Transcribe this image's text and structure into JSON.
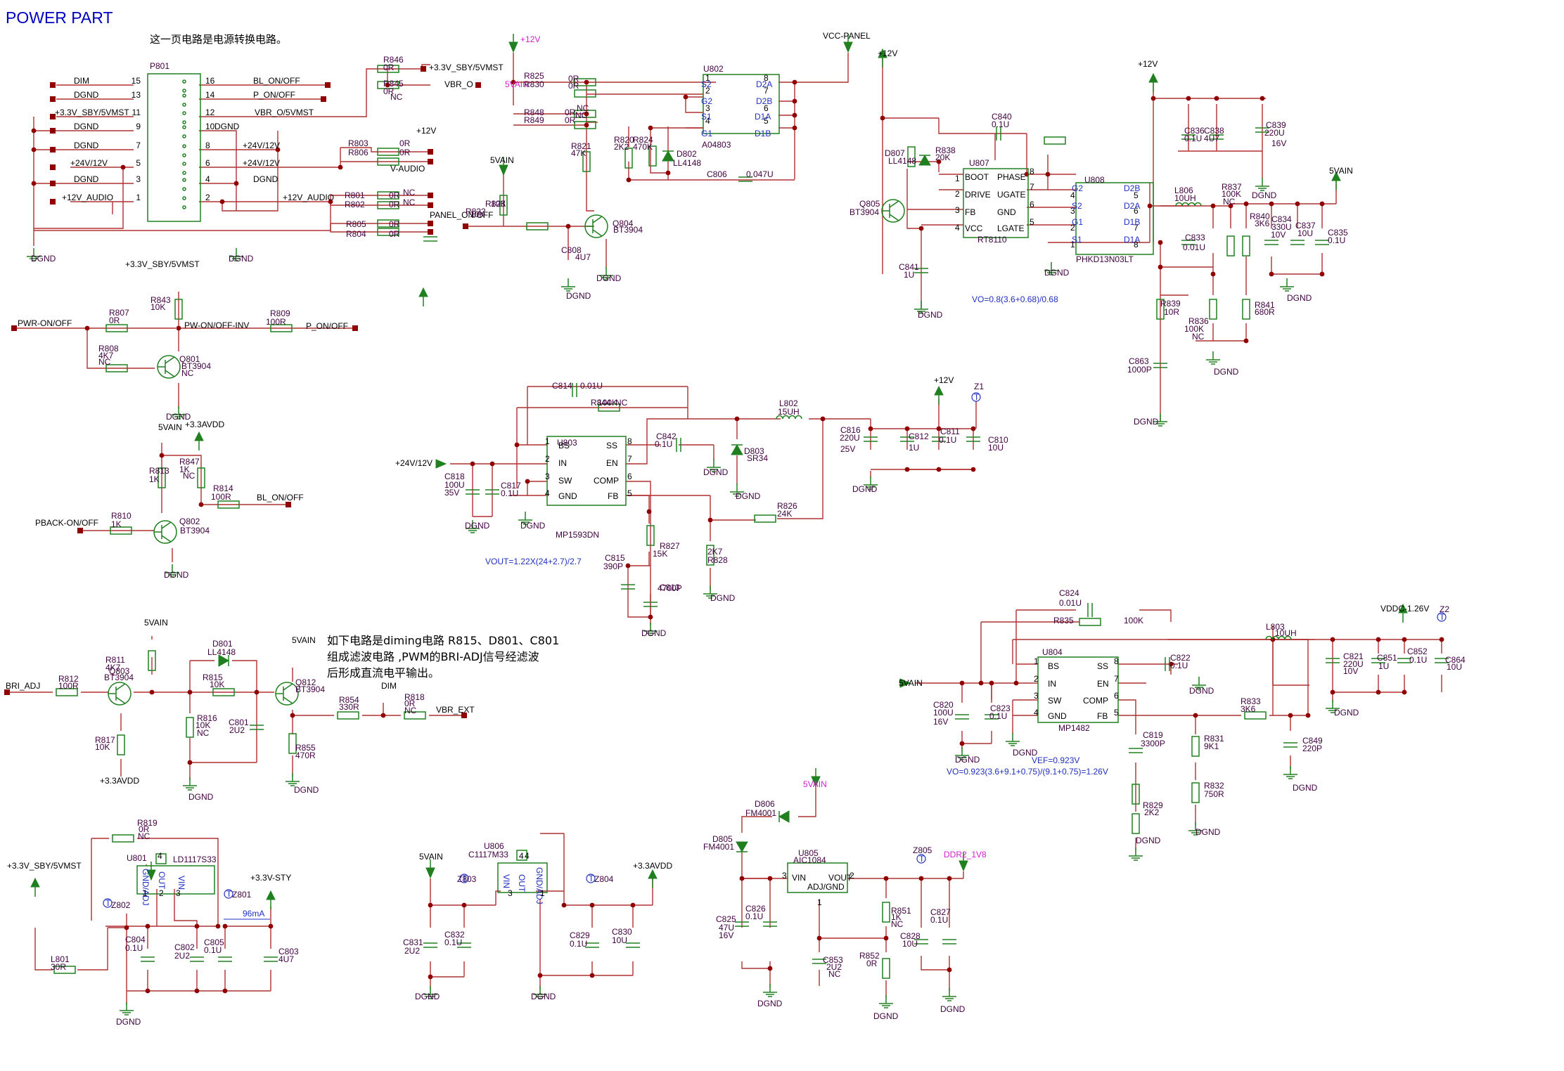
{
  "title": "POWER PART",
  "description": "这一页电路是电源转换电路。",
  "note_lines": [
    "如下电路是diming电路 R815、D801、C801",
    "组成滤波电路 ,PWM的BRI-ADJ信号经滤波",
    "后形成直流电平输出。"
  ],
  "formulas": {
    "u807": "VO=0.8(3.6+0.68)/0.68",
    "u803": "VOUT=1.22X(24+2.7)/2.7",
    "u804_vef": "VEF=0.923V",
    "u804": "VO=0.923(3.6+9.1+0.75)/(9.1+0.75)=1.26V"
  },
  "current_note": "96mA",
  "connector": {
    "ref": "P801",
    "rows": [
      {
        "l": "DIM",
        "lp": "15",
        "rp": "16",
        "r": "BL_ON/OFF"
      },
      {
        "l": "DGND",
        "lp": "13",
        "rp": "14",
        "r": "P_ON/OFF"
      },
      {
        "l": "+3.3V_SBY/5VMST",
        "lp": "11",
        "rp": "12",
        "r": "VBR_O/5VMST"
      },
      {
        "l": "DGND",
        "lp": "9",
        "rp": "10",
        "r": "DGND"
      },
      {
        "l": "DGND",
        "lp": "7",
        "rp": "8",
        "r": "+24V/12V"
      },
      {
        "l": "+24V/12V",
        "lp": "5",
        "rp": "6",
        "r": "+24V/12V"
      },
      {
        "l": "DGND",
        "lp": "3",
        "rp": "4",
        "r": "DGND"
      },
      {
        "l": "+12V_AUDIO",
        "lp": "1",
        "rp": "2",
        "r": "+12V_AUDIO"
      }
    ]
  },
  "labels": [
    {
      "t": "+3.3V_SBY/5VMST",
      "c": "net"
    },
    {
      "t": "VBR_O",
      "c": "net"
    },
    {
      "t": "+12V",
      "c": "net"
    },
    {
      "t": "V-AUDIO",
      "c": "net"
    },
    {
      "t": "DGND",
      "c": "lb"
    },
    {
      "t": "DGND",
      "c": "lb"
    },
    {
      "t": "R846",
      "c": "lb"
    },
    {
      "t": "0R",
      "c": "lb"
    },
    {
      "t": "R845",
      "c": "lb"
    },
    {
      "t": "0R",
      "c": "lb"
    },
    {
      "t": "NC",
      "c": "lb"
    },
    {
      "t": "R803",
      "c": "lb"
    },
    {
      "t": "R806",
      "c": "lb"
    },
    {
      "t": "0R",
      "c": "lb"
    },
    {
      "t": "0R",
      "c": "lb"
    },
    {
      "t": "R801",
      "c": "lb"
    },
    {
      "t": "R802",
      "c": "lb"
    },
    {
      "t": "0R",
      "c": "lb"
    },
    {
      "t": "0R",
      "c": "lb"
    },
    {
      "t": "NC",
      "c": "lb"
    },
    {
      "t": "NC",
      "c": "lb"
    },
    {
      "t": "R805",
      "c": "lb"
    },
    {
      "t": "R804",
      "c": "lb"
    },
    {
      "t": "0R",
      "c": "lb"
    },
    {
      "t": "0R",
      "c": "lb"
    },
    {
      "t": "+3.3V_SBY/5VMST",
      "c": "net"
    },
    {
      "t": "R843",
      "c": "lb"
    },
    {
      "t": "10K",
      "c": "lb"
    },
    {
      "t": "PWR-ON/OFF",
      "c": "net"
    },
    {
      "t": "R807",
      "c": "lb"
    },
    {
      "t": "0R",
      "c": "lb"
    },
    {
      "t": "PW-ON/OFF-INV",
      "c": "net"
    },
    {
      "t": "R809",
      "c": "lb"
    },
    {
      "t": "100R",
      "c": "lb"
    },
    {
      "t": "P_ON/OFF",
      "c": "net"
    },
    {
      "t": "R808",
      "c": "lb"
    },
    {
      "t": "4K7",
      "c": "lb"
    },
    {
      "t": "NC",
      "c": "lb"
    },
    {
      "t": "Q801",
      "c": "lb"
    },
    {
      "t": "BT3904",
      "c": "lb"
    },
    {
      "t": "NC",
      "c": "lb"
    },
    {
      "t": "DGND",
      "c": "lb"
    },
    {
      "t": "5VAIN",
      "c": "net"
    },
    {
      "t": "+3.3AVDD",
      "c": "net"
    },
    {
      "t": "R813",
      "c": "lb"
    },
    {
      "t": "1K",
      "c": "lb"
    },
    {
      "t": "R847",
      "c": "lb"
    },
    {
      "t": "1K",
      "c": "lb"
    },
    {
      "t": "NC",
      "c": "lb"
    },
    {
      "t": "R814",
      "c": "lb"
    },
    {
      "t": "100R",
      "c": "lb"
    },
    {
      "t": "BL_ON/OFF",
      "c": "net"
    },
    {
      "t": "PBACK-ON/OFF",
      "c": "net"
    },
    {
      "t": "R810",
      "c": "lb"
    },
    {
      "t": "1K",
      "c": "lb"
    },
    {
      "t": "Q802",
      "c": "lb"
    },
    {
      "t": "BT3904",
      "c": "lb"
    },
    {
      "t": "DGND",
      "c": "lb"
    },
    {
      "t": "+12V",
      "c": "mg"
    },
    {
      "t": "5VAIN",
      "c": "mg"
    },
    {
      "t": "R825",
      "c": "lb"
    },
    {
      "t": "R830",
      "c": "lb"
    },
    {
      "t": "0R",
      "c": "lb"
    },
    {
      "t": "0R",
      "c": "lb"
    },
    {
      "t": "R848",
      "c": "lb"
    },
    {
      "t": "R849",
      "c": "lb"
    },
    {
      "t": "0R",
      "c": "lb"
    },
    {
      "t": "0R",
      "c": "lb"
    },
    {
      "t": "NC",
      "c": "lb"
    },
    {
      "t": "NC",
      "c": "lb"
    },
    {
      "t": "U802",
      "c": "lb"
    },
    {
      "t": "A04803",
      "c": "lb"
    },
    {
      "t": "VCC-PANEL",
      "c": "net"
    },
    {
      "t": "R821",
      "c": "lb"
    },
    {
      "t": "47K",
      "c": "lb"
    },
    {
      "t": "R820",
      "c": "lb"
    },
    {
      "t": "2K2",
      "c": "lb"
    },
    {
      "t": "R824",
      "c": "lb"
    },
    {
      "t": "470K",
      "c": "lb"
    },
    {
      "t": "D802",
      "c": "lb"
    },
    {
      "t": "LL4148",
      "c": "lb"
    },
    {
      "t": "C806",
      "c": "lb"
    },
    {
      "t": "0.047U",
      "c": "lb"
    },
    {
      "t": "5VAIN",
      "c": "net"
    },
    {
      "t": "R823",
      "c": "lb"
    },
    {
      "t": "10K",
      "c": "lb"
    },
    {
      "t": "PANEL_ON/OFF",
      "c": "net"
    },
    {
      "t": "R822",
      "c": "lb"
    },
    {
      "t": "10K",
      "c": "lb"
    },
    {
      "t": "Q804",
      "c": "lb"
    },
    {
      "t": "BT3904",
      "c": "lb"
    },
    {
      "t": "C808",
      "c": "lb"
    },
    {
      "t": "4U7",
      "c": "lb"
    },
    {
      "t": "DGND",
      "c": "lb"
    },
    {
      "t": "DGND",
      "c": "lb"
    },
    {
      "t": "+12V",
      "c": "net"
    },
    {
      "t": "C840",
      "c": "lb"
    },
    {
      "t": "0.1U",
      "c": "lb"
    },
    {
      "t": "D807",
      "c": "lb"
    },
    {
      "t": "LL4148",
      "c": "lb"
    },
    {
      "t": "R838",
      "c": "lb"
    },
    {
      "t": "20K",
      "c": "lb"
    },
    {
      "t": "U807",
      "c": "lb"
    },
    {
      "t": "RT8110",
      "c": "lb"
    },
    {
      "t": "Q805",
      "c": "lb"
    },
    {
      "t": "BT3904",
      "c": "lb"
    },
    {
      "t": "C841",
      "c": "lb"
    },
    {
      "t": "1U",
      "c": "lb"
    },
    {
      "t": "DGND",
      "c": "lb"
    },
    {
      "t": "DGND",
      "c": "lb"
    },
    {
      "t": "U808",
      "c": "lb"
    },
    {
      "t": "PHKD13N03LT",
      "c": "lb"
    },
    {
      "t": "+12V",
      "c": "net"
    },
    {
      "t": "C836",
      "c": "lb"
    },
    {
      "t": "0.1U",
      "c": "lb"
    },
    {
      "t": "C838",
      "c": "lb"
    },
    {
      "t": "4U7",
      "c": "lb"
    },
    {
      "t": "C839",
      "c": "lb"
    },
    {
      "t": "220U",
      "c": "lb"
    },
    {
      "t": "16V",
      "c": "lb"
    },
    {
      "t": "DGND",
      "c": "lb"
    },
    {
      "t": "5VAIN",
      "c": "net"
    },
    {
      "t": "L806",
      "c": "lb"
    },
    {
      "t": "10UH",
      "c": "lb"
    },
    {
      "t": "R837",
      "c": "lb"
    },
    {
      "t": "100K",
      "c": "lb"
    },
    {
      "t": "NC",
      "c": "lb"
    },
    {
      "t": "C833",
      "c": "lb"
    },
    {
      "t": "0.01U",
      "c": "lb"
    },
    {
      "t": "R840",
      "c": "lb"
    },
    {
      "t": "3K6",
      "c": "lb"
    },
    {
      "t": "C834",
      "c": "lb"
    },
    {
      "t": "330U",
      "c": "lb"
    },
    {
      "t": "10V",
      "c": "lb"
    },
    {
      "t": "C837",
      "c": "lb"
    },
    {
      "t": "10U",
      "c": "lb"
    },
    {
      "t": "C835",
      "c": "lb"
    },
    {
      "t": "0.1U",
      "c": "lb"
    },
    {
      "t": "DGND",
      "c": "lb"
    },
    {
      "t": "R839",
      "c": "lb"
    },
    {
      "t": "10R",
      "c": "lb"
    },
    {
      "t": "R836",
      "c": "lb"
    },
    {
      "t": "100K",
      "c": "lb"
    },
    {
      "t": "NC",
      "c": "lb"
    },
    {
      "t": "R841",
      "c": "lb"
    },
    {
      "t": "680R",
      "c": "lb"
    },
    {
      "t": "DGND",
      "c": "lb"
    },
    {
      "t": "C863",
      "c": "lb"
    },
    {
      "t": "1000P",
      "c": "lb"
    },
    {
      "t": "DGND",
      "c": "lb"
    },
    {
      "t": "C814",
      "c": "lb"
    },
    {
      "t": "0.01U",
      "c": "lb"
    },
    {
      "t": "R844",
      "c": "lb"
    },
    {
      "t": "100K",
      "c": "lb"
    },
    {
      "t": "NC",
      "c": "lb"
    },
    {
      "t": "U803",
      "c": "lb"
    },
    {
      "t": "MP1593DN",
      "c": "lb"
    },
    {
      "t": "C842",
      "c": "lb"
    },
    {
      "t": "0.1U",
      "c": "lb"
    },
    {
      "t": "DGND",
      "c": "lb"
    },
    {
      "t": "L802",
      "c": "lb"
    },
    {
      "t": "15UH",
      "c": "lb"
    },
    {
      "t": "D803",
      "c": "lb"
    },
    {
      "t": "SR34",
      "c": "lb"
    },
    {
      "t": "DGND",
      "c": "lb"
    },
    {
      "t": "+12V",
      "c": "net"
    },
    {
      "t": "Z1",
      "c": "lb"
    },
    {
      "t": "C816",
      "c": "lb"
    },
    {
      "t": "220U",
      "c": "lb"
    },
    {
      "t": "25V",
      "c": "lb"
    },
    {
      "t": "DGND",
      "c": "lb"
    },
    {
      "t": "C812",
      "c": "lb"
    },
    {
      "t": "1U",
      "c": "lb"
    },
    {
      "t": "C811",
      "c": "lb"
    },
    {
      "t": "0.1U",
      "c": "lb"
    },
    {
      "t": "C810",
      "c": "lb"
    },
    {
      "t": "10U",
      "c": "lb"
    },
    {
      "t": "+24V/12V",
      "c": "net"
    },
    {
      "t": "C818",
      "c": "lb"
    },
    {
      "t": "100U",
      "c": "lb"
    },
    {
      "t": "35V",
      "c": "lb"
    },
    {
      "t": "C817",
      "c": "lb"
    },
    {
      "t": "0.1U",
      "c": "lb"
    },
    {
      "t": "DGND",
      "c": "lb"
    },
    {
      "t": "DGND",
      "c": "lb"
    },
    {
      "t": "R826",
      "c": "lb"
    },
    {
      "t": "24K",
      "c": "lb"
    },
    {
      "t": "R827",
      "c": "lb"
    },
    {
      "t": "15K",
      "c": "lb"
    },
    {
      "t": "2K7",
      "c": "lb"
    },
    {
      "t": "R828",
      "c": "lb"
    },
    {
      "t": "DGND",
      "c": "lb"
    },
    {
      "t": "C815",
      "c": "lb"
    },
    {
      "t": "390P",
      "c": "lb"
    },
    {
      "t": "C813",
      "c": "lb"
    },
    {
      "t": "4700P",
      "c": "lb"
    },
    {
      "t": "DGND",
      "c": "lb"
    },
    {
      "t": "5VAIN",
      "c": "net"
    },
    {
      "t": "D801",
      "c": "lb"
    },
    {
      "t": "LL4148",
      "c": "lb"
    },
    {
      "t": "5VAIN",
      "c": "net"
    },
    {
      "t": "R811",
      "c": "lb"
    },
    {
      "t": "4K7",
      "c": "lb"
    },
    {
      "t": "BRI_ADJ",
      "c": "net"
    },
    {
      "t": "R812",
      "c": "lb"
    },
    {
      "t": "100R",
      "c": "lb"
    },
    {
      "t": "Q803",
      "c": "lb"
    },
    {
      "t": "BT3904",
      "c": "lb"
    },
    {
      "t": "R815",
      "c": "lb"
    },
    {
      "t": "10K",
      "c": "lb"
    },
    {
      "t": "Q812",
      "c": "lb"
    },
    {
      "t": "BT3904",
      "c": "lb"
    },
    {
      "t": "DIM",
      "c": "net"
    },
    {
      "t": "R854",
      "c": "lb"
    },
    {
      "t": "330R",
      "c": "lb"
    },
    {
      "t": "R818",
      "c": "lb"
    },
    {
      "t": "0R",
      "c": "lb"
    },
    {
      "t": "NC",
      "c": "lb"
    },
    {
      "t": "VBR_EXT",
      "c": "net"
    },
    {
      "t": "R816",
      "c": "lb"
    },
    {
      "t": "10K",
      "c": "lb"
    },
    {
      "t": "NC",
      "c": "lb"
    },
    {
      "t": "C801",
      "c": "lb"
    },
    {
      "t": "2U2",
      "c": "lb"
    },
    {
      "t": "R817",
      "c": "lb"
    },
    {
      "t": "10K",
      "c": "lb"
    },
    {
      "t": "+3.3AVDD",
      "c": "net"
    },
    {
      "t": "DGND",
      "c": "lb"
    },
    {
      "t": "R855",
      "c": "lb"
    },
    {
      "t": "470R",
      "c": "lb"
    },
    {
      "t": "DGND",
      "c": "lb"
    },
    {
      "t": "R819",
      "c": "lb"
    },
    {
      "t": "0R",
      "c": "lb"
    },
    {
      "t": "NC",
      "c": "lb"
    },
    {
      "t": "U801",
      "c": "lb"
    },
    {
      "t": "LD1117S33",
      "c": "lb"
    },
    {
      "t": "+3.3V_SBY/5VMST",
      "c": "net"
    },
    {
      "t": "+3.3V-STY",
      "c": "net"
    },
    {
      "t": "Z802",
      "c": "lb"
    },
    {
      "t": "Z801",
      "c": "lb"
    },
    {
      "t": "C804",
      "c": "lb"
    },
    {
      "t": "0.1U",
      "c": "lb"
    },
    {
      "t": "C802",
      "c": "lb"
    },
    {
      "t": "2U2",
      "c": "lb"
    },
    {
      "t": "C805",
      "c": "lb"
    },
    {
      "t": "0.1U",
      "c": "lb"
    },
    {
      "t": "C803",
      "c": "lb"
    },
    {
      "t": "4U7",
      "c": "lb"
    },
    {
      "t": "L801",
      "c": "lb"
    },
    {
      "t": "30R",
      "c": "lb"
    },
    {
      "t": "DGND",
      "c": "lb"
    },
    {
      "t": "U806",
      "c": "lb"
    },
    {
      "t": "C1117M33",
      "c": "lb"
    },
    {
      "t": "5VAIN",
      "c": "net"
    },
    {
      "t": "Z803",
      "c": "lb"
    },
    {
      "t": "Z804",
      "c": "lb"
    },
    {
      "t": "+3.3AVDD",
      "c": "net"
    },
    {
      "t": "C831",
      "c": "lb"
    },
    {
      "t": "2U2",
      "c": "lb"
    },
    {
      "t": "C832",
      "c": "lb"
    },
    {
      "t": "0.1U",
      "c": "lb"
    },
    {
      "t": "C829",
      "c": "lb"
    },
    {
      "t": "0.1U",
      "c": "lb"
    },
    {
      "t": "C830",
      "c": "lb"
    },
    {
      "t": "10U",
      "c": "lb"
    },
    {
      "t": "DGND",
      "c": "lb"
    },
    {
      "t": "DGND",
      "c": "lb"
    },
    {
      "t": "5VAIN",
      "c": "mg"
    },
    {
      "t": "D806",
      "c": "lb"
    },
    {
      "t": "FM4001",
      "c": "lb"
    },
    {
      "t": "D805",
      "c": "lb"
    },
    {
      "t": "FM4001",
      "c": "lb"
    },
    {
      "t": "U805",
      "c": "lb"
    },
    {
      "t": "AIC1084",
      "c": "lb"
    },
    {
      "t": "Z805",
      "c": "lb"
    },
    {
      "t": "DDR2_1V8",
      "c": "mg"
    },
    {
      "t": "C825",
      "c": "lb"
    },
    {
      "t": "47U",
      "c": "lb"
    },
    {
      "t": "16V",
      "c": "lb"
    },
    {
      "t": "C826",
      "c": "lb"
    },
    {
      "t": "0.1U",
      "c": "lb"
    },
    {
      "t": "R851",
      "c": "lb"
    },
    {
      "t": "1K",
      "c": "lb"
    },
    {
      "t": "NC",
      "c": "lb"
    },
    {
      "t": "C827",
      "c": "lb"
    },
    {
      "t": "0.1U",
      "c": "lb"
    },
    {
      "t": "C828",
      "c": "lb"
    },
    {
      "t": "10U",
      "c": "lb"
    },
    {
      "t": "C853",
      "c": "lb"
    },
    {
      "t": "2U2",
      "c": "lb"
    },
    {
      "t": "NC",
      "c": "lb"
    },
    {
      "t": "R852",
      "c": "lb"
    },
    {
      "t": "0R",
      "c": "lb"
    },
    {
      "t": "DGND",
      "c": "lb"
    },
    {
      "t": "DGND",
      "c": "lb"
    },
    {
      "t": "DGND",
      "c": "lb"
    },
    {
      "t": "C824",
      "c": "lb"
    },
    {
      "t": "0.01U",
      "c": "lb"
    },
    {
      "t": "R835",
      "c": "lb"
    },
    {
      "t": "100K",
      "c": "lb"
    },
    {
      "t": "L803",
      "c": "lb"
    },
    {
      "t": "10UH",
      "c": "lb"
    },
    {
      "t": "VDDC-1.26V",
      "c": "net"
    },
    {
      "t": "Z2",
      "c": "lb"
    },
    {
      "t": "U804",
      "c": "lb"
    },
    {
      "t": "MP1482",
      "c": "lb"
    },
    {
      "t": "C822",
      "c": "lb"
    },
    {
      "t": "0.1U",
      "c": "lb"
    },
    {
      "t": "DGND",
      "c": "lb"
    },
    {
      "t": "C821",
      "c": "lb"
    },
    {
      "t": "220U",
      "c": "lb"
    },
    {
      "t": "10V",
      "c": "lb"
    },
    {
      "t": "C851",
      "c": "lb"
    },
    {
      "t": "1U",
      "c": "lb"
    },
    {
      "t": "C852",
      "c": "lb"
    },
    {
      "t": "0.1U",
      "c": "lb"
    },
    {
      "t": "C864",
      "c": "lb"
    },
    {
      "t": "10U",
      "c": "lb"
    },
    {
      "t": "DGND",
      "c": "lb"
    },
    {
      "t": "5VAIN",
      "c": "net"
    },
    {
      "t": "C820",
      "c": "lb"
    },
    {
      "t": "100U",
      "c": "lb"
    },
    {
      "t": "16V",
      "c": "lb"
    },
    {
      "t": "C823",
      "c": "lb"
    },
    {
      "t": "0.1U",
      "c": "lb"
    },
    {
      "t": "DGND",
      "c": "lb"
    },
    {
      "t": "DGND",
      "c": "lb"
    },
    {
      "t": "R833",
      "c": "lb"
    },
    {
      "t": "3K6",
      "c": "lb"
    },
    {
      "t": "C819",
      "c": "lb"
    },
    {
      "t": "3300P",
      "c": "lb"
    },
    {
      "t": "R831",
      "c": "lb"
    },
    {
      "t": "9K1",
      "c": "lb"
    },
    {
      "t": "C849",
      "c": "lb"
    },
    {
      "t": "220P",
      "c": "lb"
    },
    {
      "t": "DGND",
      "c": "lb"
    },
    {
      "t": "R829",
      "c": "lb"
    },
    {
      "t": "2K2",
      "c": "lb"
    },
    {
      "t": "R832",
      "c": "lb"
    },
    {
      "t": "750R",
      "c": "lb"
    },
    {
      "t": "DGND",
      "c": "lb"
    },
    {
      "t": "DGND",
      "c": "lb"
    }
  ],
  "ic_pins": {
    "u807": [
      "1",
      "2",
      "3",
      "4",
      "8",
      "7",
      "6",
      "5",
      "BOOT",
      "DRIVE",
      "FB",
      "VCC",
      "PHASE",
      "UGATE",
      "GND",
      "LGATE"
    ],
    "u803": [
      "1",
      "2",
      "3",
      "4",
      "8",
      "7",
      "6",
      "5",
      "BS",
      "IN",
      "SW",
      "GND",
      "SS",
      "EN",
      "COMP",
      "FB"
    ],
    "u804": [
      "1",
      "2",
      "3",
      "4",
      "8",
      "7",
      "6",
      "5",
      "BS",
      "IN",
      "SW",
      "GND",
      "SS",
      "EN",
      "COMP",
      "FB"
    ],
    "u802": [
      "1",
      "2",
      "3",
      "4",
      "8",
      "7",
      "6",
      "5",
      "S2",
      "G2",
      "S1",
      "G1",
      "D2A",
      "D2B",
      "D1A",
      "D1B"
    ],
    "u808": [
      "4",
      "3",
      "2",
      "1",
      "5",
      "6",
      "7",
      "8",
      "G2",
      "S2",
      "G1",
      "S1",
      "D2B",
      "D2A",
      "D1B",
      "D1A"
    ],
    "u801": [
      "GND/ADJ",
      "OUT",
      "VIN",
      "4",
      "1",
      "2",
      "3"
    ],
    "u806": [
      "VIN",
      "OUT",
      "GND/ADJ",
      "3",
      "4",
      "4",
      "1"
    ],
    "u805": [
      "VIN",
      "VOUT",
      "ADJ/GND",
      "3",
      "2",
      "1"
    ]
  },
  "colors": {
    "wire": "#b03030",
    "component": "#208020",
    "label": "#400040",
    "net": "#000000",
    "pin_blue": "#2030c0",
    "magenta": "#d020d0",
    "title": "#0000c0"
  }
}
